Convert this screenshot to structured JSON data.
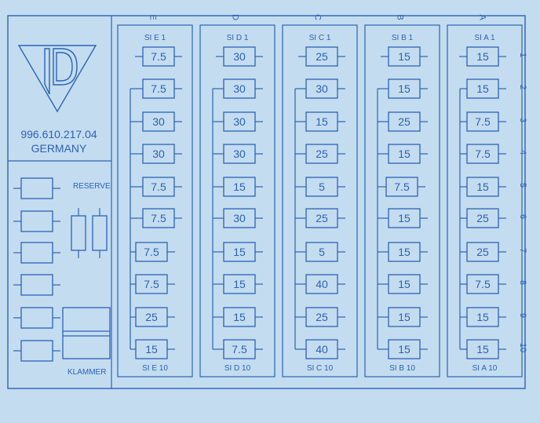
{
  "part_number": "996.610.217.04",
  "country": "GERMANY",
  "reserve_label": "RESERVE",
  "klammer_label": "KLAMMER",
  "row_numbers": [
    "1",
    "2",
    "3",
    "4",
    "5",
    "6",
    "7",
    "8",
    "9",
    "10"
  ],
  "colors": {
    "background": "#c4dcef",
    "line": "#2a63b8",
    "text": "#2b62b5"
  },
  "columns": [
    {
      "letter": "E",
      "top_label": "SI E 1",
      "bottom_label": "SI E 10",
      "fuses": [
        "7.5",
        "7.5",
        "30",
        "30",
        "7.5",
        "7.5",
        "7.5",
        "7.5",
        "25",
        "15"
      ]
    },
    {
      "letter": "D",
      "top_label": "SI D 1",
      "bottom_label": "SI D 10",
      "fuses": [
        "30",
        "30",
        "30",
        "30",
        "15",
        "30",
        "15",
        "15",
        "15",
        "7.5"
      ]
    },
    {
      "letter": "C",
      "top_label": "SI C 1",
      "bottom_label": "SI C 10",
      "fuses": [
        "25",
        "30",
        "15",
        "25",
        "5",
        "25",
        "5",
        "40",
        "25",
        "40"
      ]
    },
    {
      "letter": "B",
      "top_label": "SI B 1",
      "bottom_label": "SI B 10",
      "fuses": [
        "15",
        "15",
        "25",
        "15",
        "7.5",
        "15",
        "15",
        "15",
        "15",
        "15"
      ]
    },
    {
      "letter": "A",
      "top_label": "SI A 1",
      "bottom_label": "SI A 10",
      "fuses": [
        "15",
        "15",
        "7.5",
        "7.5",
        "15",
        "25",
        "25",
        "7.5",
        "15",
        "15"
      ]
    }
  ]
}
